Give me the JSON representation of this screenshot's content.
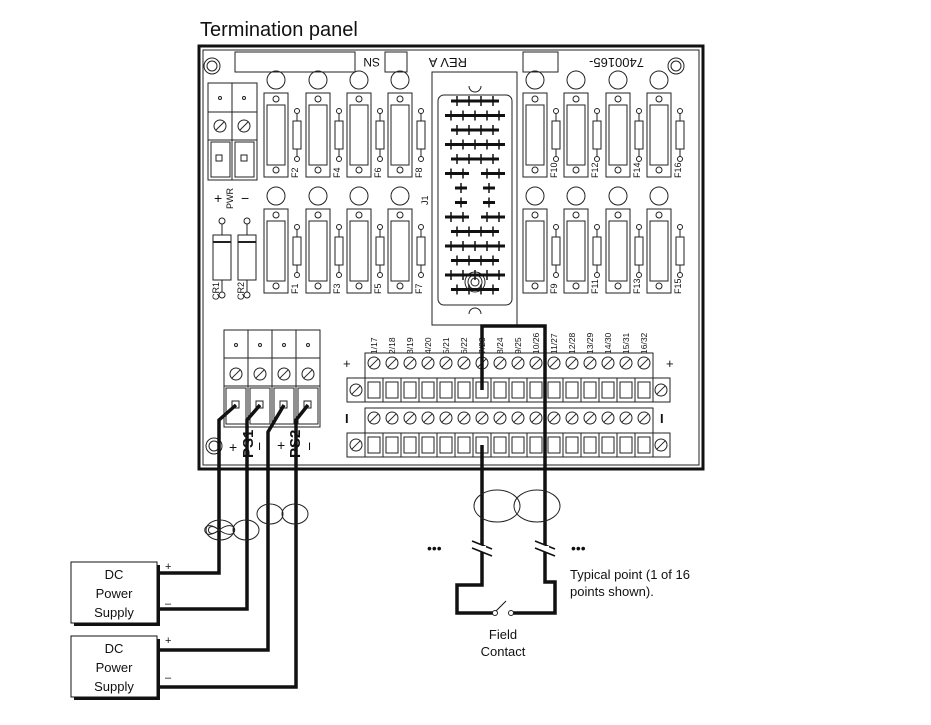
{
  "title": "Termination panel",
  "board": {
    "sn_label": "SN",
    "rev_label": "REV A",
    "part_number": "7400165-",
    "connector_label": "J1",
    "pwr_label": "PWR",
    "pwr_plus": "+",
    "pwr_minus": "−",
    "diodes": [
      "CR1",
      "CR2"
    ],
    "fuses_top_left": [
      "F2",
      "F4",
      "F6",
      "F8"
    ],
    "fuses_bottom_left": [
      "F1",
      "F3",
      "F5",
      "F7"
    ],
    "fuses_top_right": [
      "F10",
      "F12",
      "F14",
      "F16"
    ],
    "fuses_bottom_right": [
      "F9",
      "F11",
      "F13",
      "F15"
    ],
    "terminal_labels": [
      "1/17",
      "2/18",
      "3/19",
      "4/20",
      "5/21",
      "6/22",
      "7/23",
      "8/24",
      "9/25",
      "10/26",
      "11/27",
      "12/28",
      "13/29",
      "14/30",
      "15/31",
      "16/32"
    ],
    "strip_plus": "+",
    "strip_minus": "I",
    "ps_labels": {
      "ps1": "PS1",
      "ps2": "PS2",
      "plus": "+",
      "minus": "I"
    }
  },
  "power_supplies": [
    {
      "label_lines": [
        "DC",
        "Power",
        "Supply"
      ],
      "plus": "+",
      "minus": "–"
    },
    {
      "label_lines": [
        "DC",
        "Power",
        "Supply"
      ],
      "plus": "+",
      "minus": "–"
    }
  ],
  "field": {
    "ellipsis": "•••",
    "note_lines": [
      "Typical point (1 of 16",
      "points shown)."
    ],
    "contact_lines": [
      "Field",
      "Contact"
    ]
  }
}
